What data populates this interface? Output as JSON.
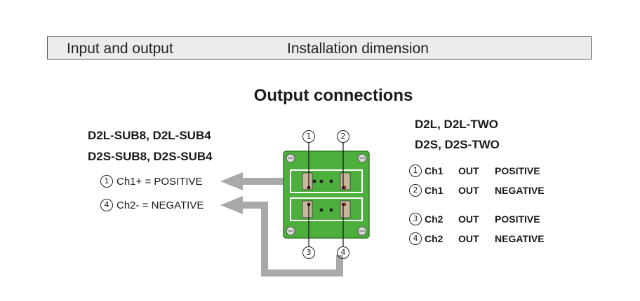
{
  "header": {
    "left": "Input and output",
    "right": "Installation   dimension"
  },
  "title": "Output connections",
  "left_models": [
    "D2L-SUB8, D2L-SUB4",
    "D2S-SUB8, D2S-SUB4"
  ],
  "left_connections": [
    {
      "num": "①",
      "num_char": "1",
      "text": "Ch1+ = POSITIVE"
    },
    {
      "num": "④",
      "num_char": "4",
      "text": "Ch2- = NEGATIVE"
    }
  ],
  "right_models": [
    "D2L, D2L-TWO",
    "D2S, D2S-TWO"
  ],
  "right_table": [
    {
      "num": "1",
      "channel": "Ch1",
      "dir": "OUT",
      "polarity": "POSITIVE"
    },
    {
      "num": "2",
      "channel": "Ch1",
      "dir": "OUT",
      "polarity": "NEGATIVE"
    },
    {
      "num": "3",
      "channel": "Ch2",
      "dir": "OUT",
      "polarity": "POSITIVE"
    },
    {
      "num": "4",
      "channel": "Ch2",
      "dir": "OUT",
      "polarity": "NEGATIVE"
    }
  ],
  "board_labels": [
    "1",
    "2",
    "3",
    "4"
  ],
  "colors": {
    "board_green": "#4caf3c",
    "arrow_gray": "#a9a9a9"
  }
}
